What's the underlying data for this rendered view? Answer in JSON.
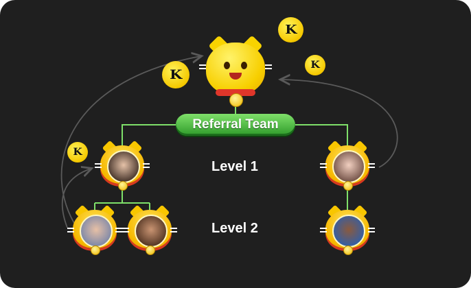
{
  "pill": {
    "label": "Referral Team"
  },
  "levels": {
    "level1": "Level 1",
    "level2": "Level 2"
  },
  "coin_glyph": "K",
  "colors": {
    "background": "#1f1f1f",
    "line": "#7fe06a",
    "arrow": "#5a5a5a",
    "coin": "#f5c800",
    "pill": "#3aa934"
  },
  "nodes": {
    "root": "cat-mascot",
    "level1": [
      "avatar-man-left",
      "avatar-woman-right"
    ],
    "level2": [
      "avatar-man-curly",
      "avatar-woman-curly",
      "avatar-woman-blue"
    ]
  }
}
